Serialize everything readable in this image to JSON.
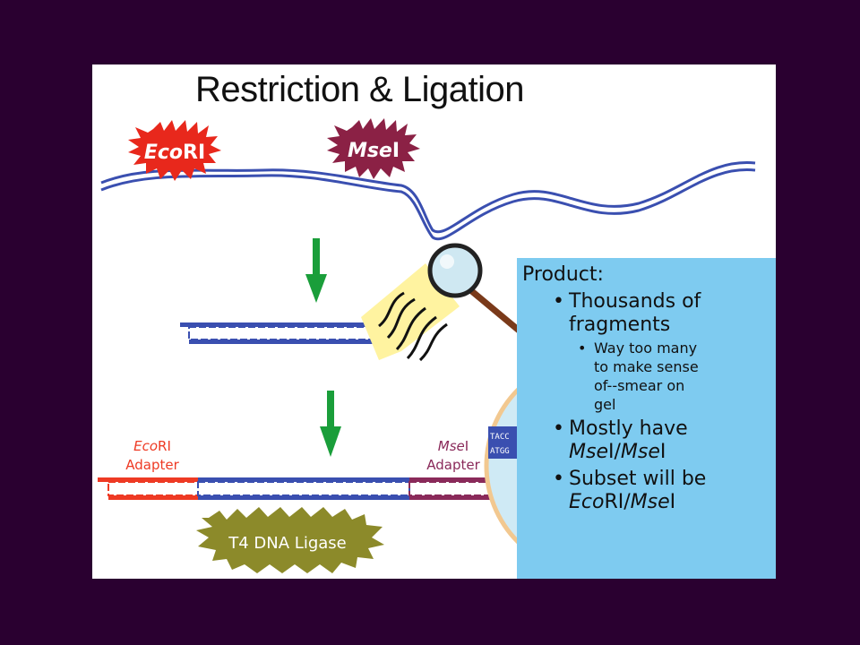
{
  "slide": {
    "title": "Restriction & Ligation"
  },
  "enzymes": {
    "ecori": {
      "prefix": "Eco",
      "suffix": "RI"
    },
    "msei": {
      "prefix": "Mse",
      "suffix": "I"
    },
    "ligase": "T4 DNA Ligase"
  },
  "adapters": {
    "ecori": {
      "prefix": "Eco",
      "suffix": "RI",
      "word": "Adapter"
    },
    "msei": {
      "prefix": "Mse",
      "suffix": "I",
      "word": "Adapter"
    }
  },
  "sequence_fragment": {
    "line1": "TACC",
    "line2": "ATGG"
  },
  "product": {
    "heading": "Product:",
    "bullet1_line1": "Thousands of",
    "bullet1_line2": "fragments",
    "sub1_line1": "Way too many",
    "sub1_line2": "to make sense",
    "sub1_line3": "of--smear on",
    "sub1_line4": "gel",
    "bullet2_line1": "Mostly have",
    "bullet2_a": "Mse",
    "bullet2_b": "I/",
    "bullet2_c": "Mse",
    "bullet2_d": "I",
    "bullet3_line1": "Subset will be",
    "bullet3_a": "Eco",
    "bullet3_b": "RI/",
    "bullet3_c": "Mse",
    "bullet3_d": "I"
  },
  "colors": {
    "background": "#2a0030",
    "dna_blue": "#3a4fb0",
    "adapter_red": "#ee3a24",
    "adapter_purple": "#8a2a5a",
    "ecori_burst": "#e8281c",
    "msei_burst": "#8b2145",
    "ligase_burst": "#8c8a2a",
    "arrow_green": "#1a9e3a",
    "product_box": "#7ecbf0"
  }
}
